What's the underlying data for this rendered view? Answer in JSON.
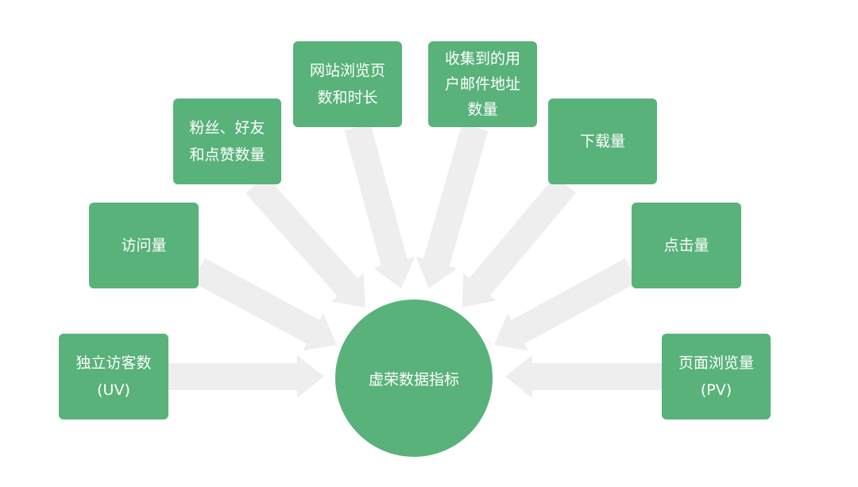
{
  "colors": {
    "node": "#58b27a",
    "arrow": "#eeeeee",
    "text": "#ffffff"
  },
  "center": {
    "label": "虚荣数据指标"
  },
  "nodes": [
    {
      "id": "uv",
      "lines": [
        "独立访客数",
        "(UV)"
      ]
    },
    {
      "id": "visits",
      "lines": [
        "访问量"
      ]
    },
    {
      "id": "fans",
      "lines": [
        "粉丝、好友",
        "和点赞数量"
      ]
    },
    {
      "id": "pageviews-duration",
      "lines": [
        "网站浏览页",
        "数和时长"
      ]
    },
    {
      "id": "emails",
      "lines": [
        "收集到的用",
        "户邮件地址",
        "数量"
      ]
    },
    {
      "id": "downloads",
      "lines": [
        "下载量"
      ]
    },
    {
      "id": "clicks",
      "lines": [
        "点击量"
      ]
    },
    {
      "id": "pv",
      "lines": [
        "页面浏览量",
        "(PV)"
      ]
    }
  ]
}
